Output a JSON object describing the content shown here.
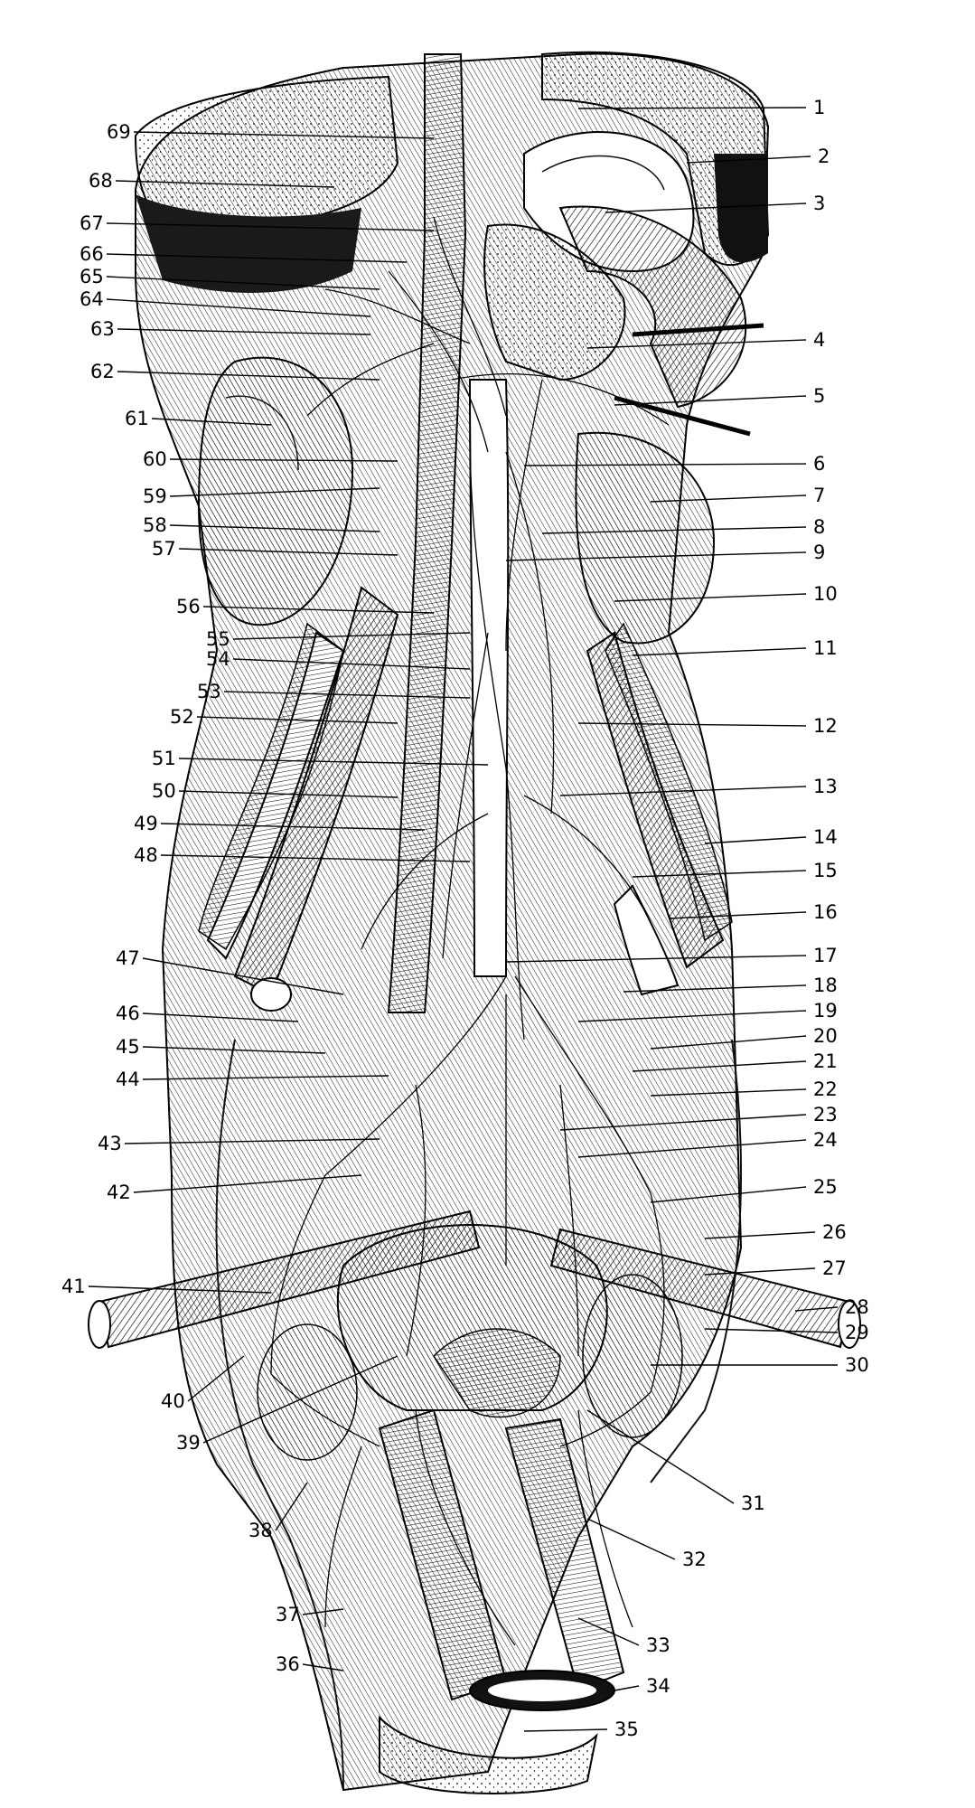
{
  "figure": {
    "labels_right": [
      "1",
      "2",
      "3",
      "4",
      "5",
      "6",
      "7",
      "8",
      "9",
      "10",
      "11",
      "12",
      "13",
      "14",
      "15",
      "16",
      "17",
      "18",
      "19",
      "20",
      "21",
      "22",
      "23",
      "24",
      "25",
      "26",
      "27",
      "28",
      "29",
      "30",
      "31",
      "32",
      "33",
      "34",
      "35"
    ],
    "labels_left": [
      "36",
      "37",
      "38",
      "39",
      "40",
      "41",
      "42",
      "43",
      "44",
      "45",
      "46",
      "47",
      "48",
      "49",
      "50",
      "51",
      "52",
      "53",
      "54",
      "55",
      "56",
      "57",
      "58",
      "59",
      "60",
      "61",
      "62",
      "63",
      "64",
      "65",
      "66",
      "67",
      "68",
      "69"
    ]
  }
}
